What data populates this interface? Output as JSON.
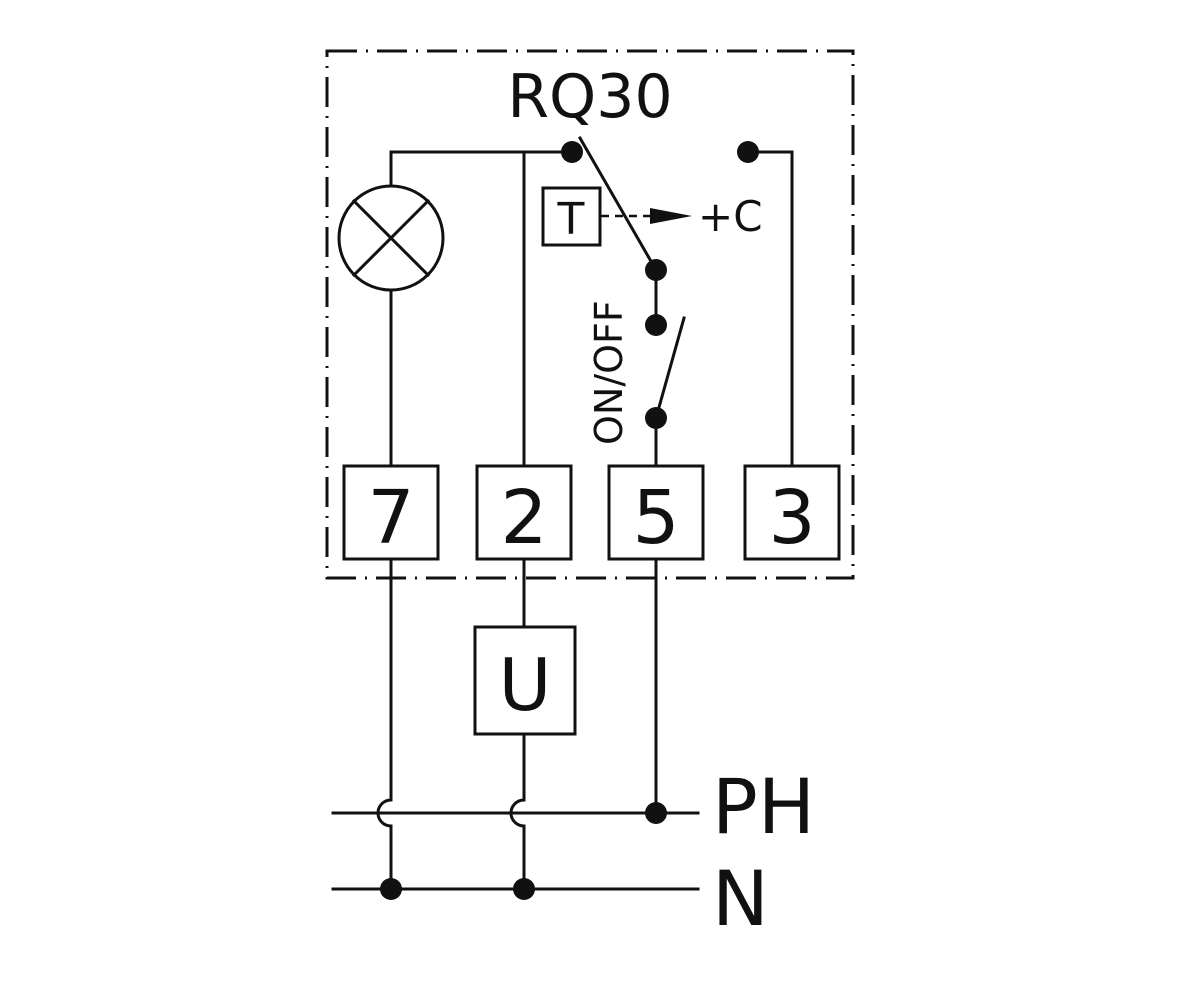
{
  "diagram": {
    "title": "RQ30",
    "terminals": [
      {
        "label": "7"
      },
      {
        "label": "2"
      },
      {
        "label": "5"
      },
      {
        "label": "3"
      }
    ],
    "thermostat_label": "T",
    "thermostat_target": "+C",
    "switch_label": "ON/OFF",
    "load_label": "U",
    "phase_label": "PH",
    "neutral_label": "N"
  },
  "colors": {
    "ink": "#111111",
    "background": "#ffffff"
  },
  "icons": [
    "indicator-lamp-icon",
    "arrow-right-icon"
  ]
}
